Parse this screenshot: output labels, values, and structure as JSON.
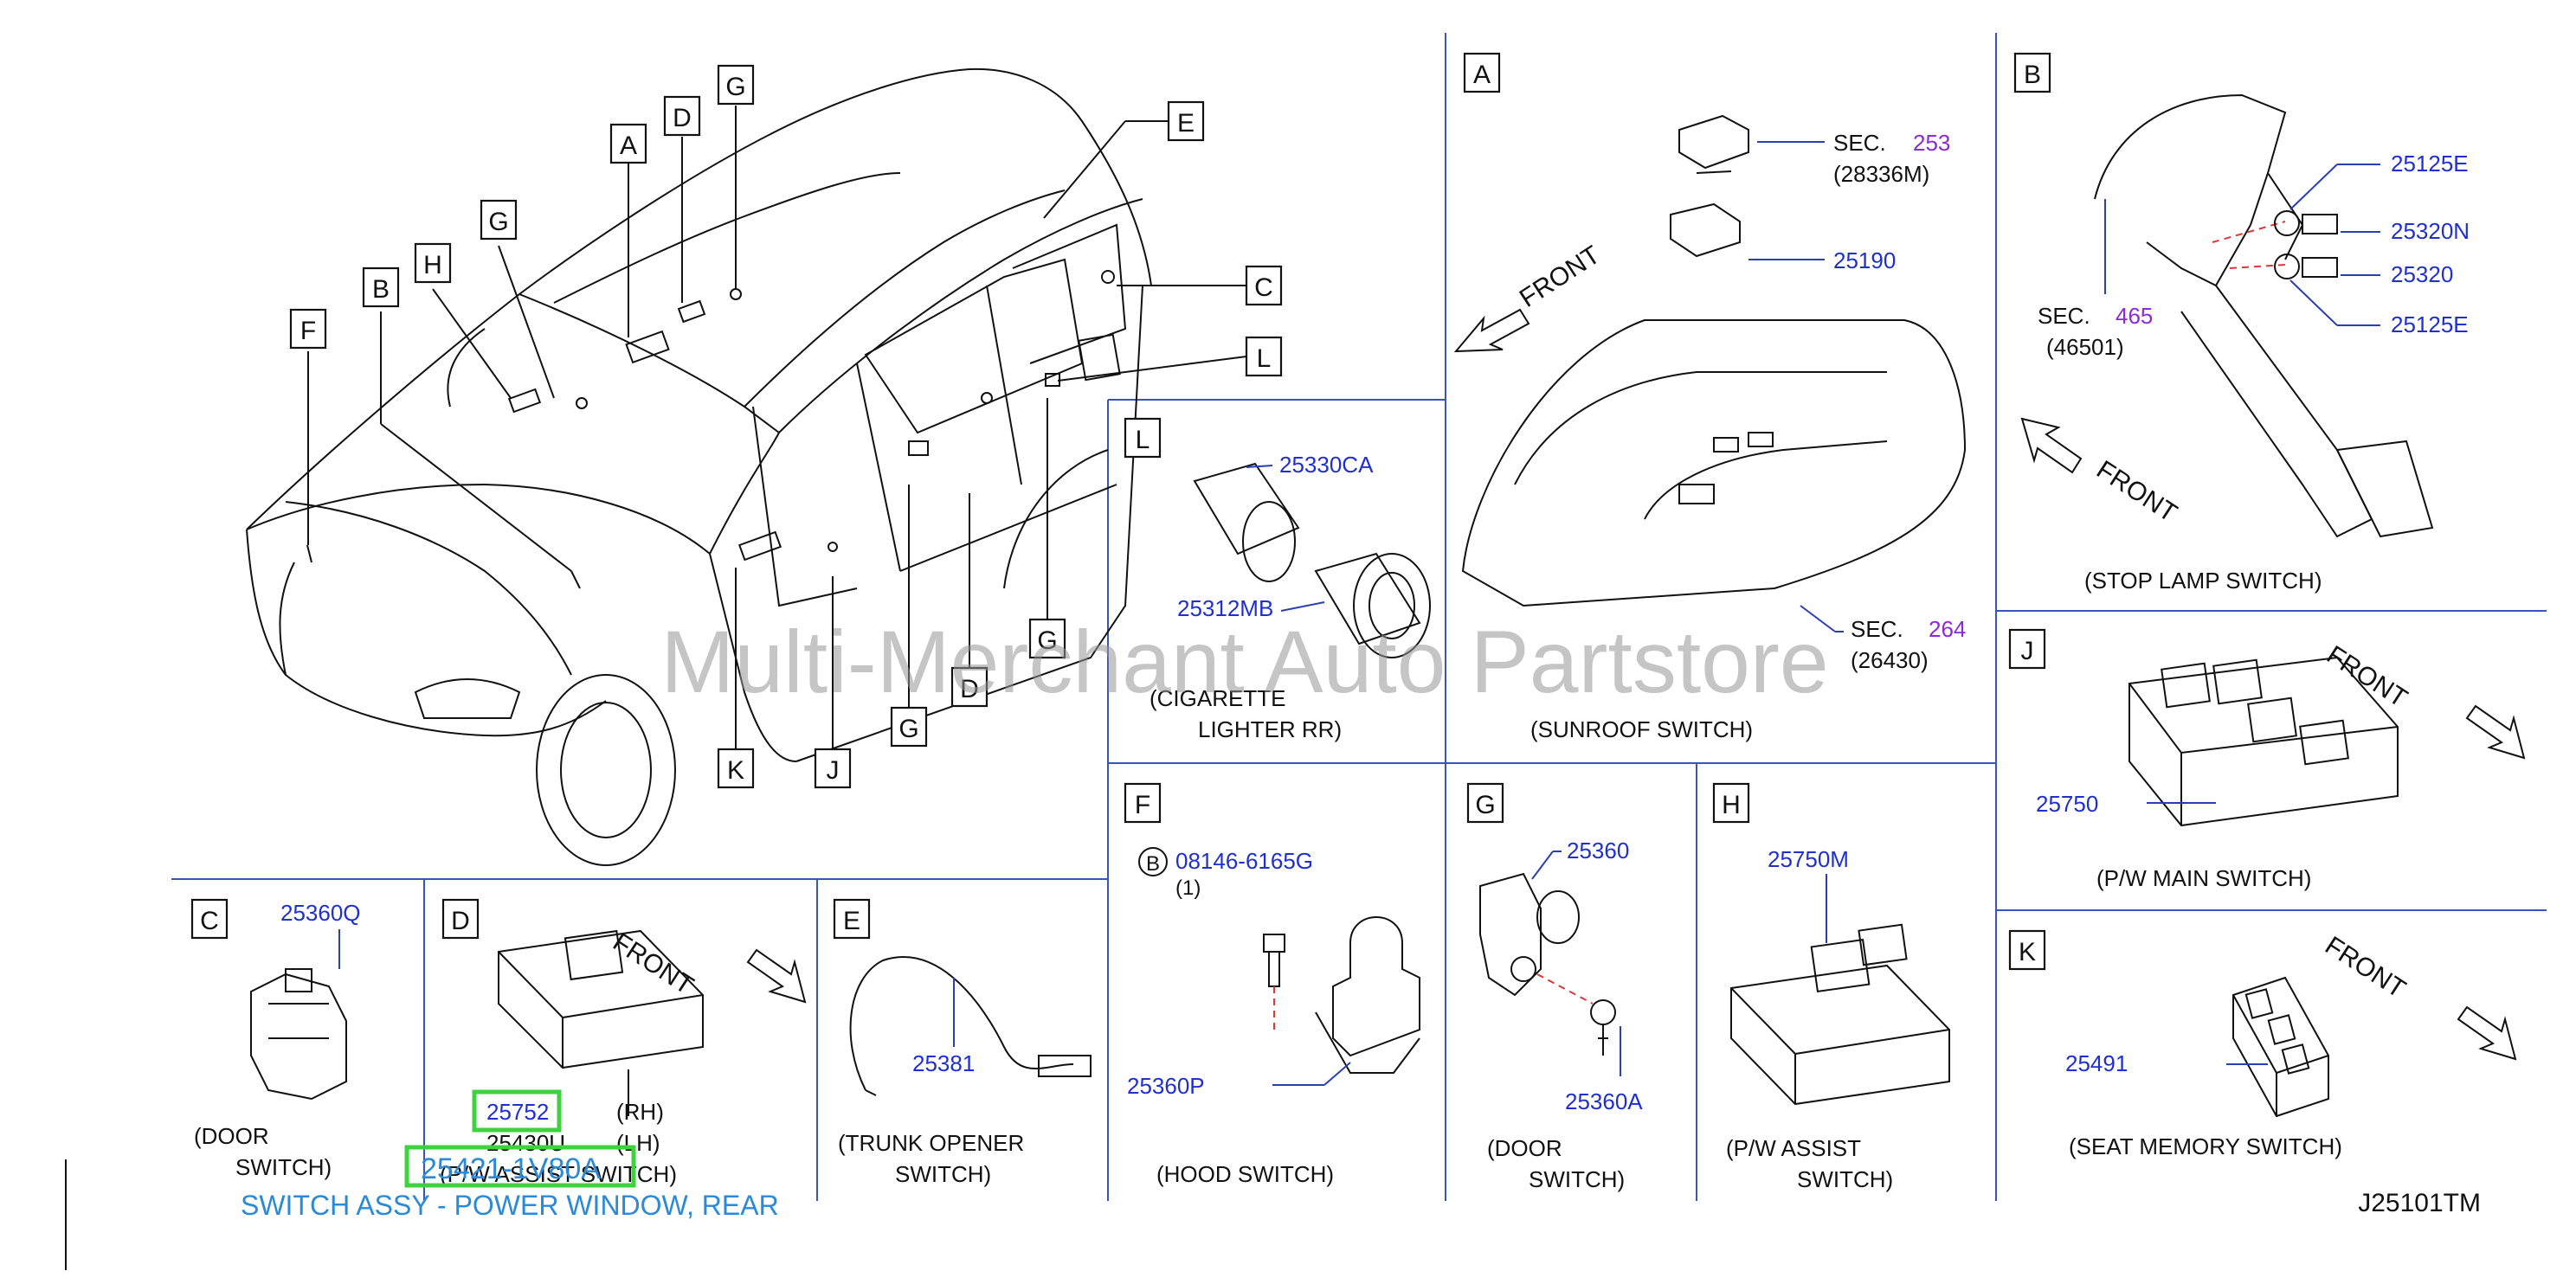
{
  "watermark": "Multi-Merchant Auto Partstore",
  "diagram_code": "J25101TM",
  "highlight": {
    "part_number": "25421-1V80A",
    "caption": "SWITCH ASSY - POWER WINDOW, REAR"
  },
  "common": {
    "front": "FRONT",
    "sec": "SEC."
  },
  "vehicle_callouts": [
    "A",
    "B",
    "C",
    "D",
    "E",
    "F",
    "G",
    "H",
    "J",
    "K",
    "L"
  ],
  "panels": {
    "A": {
      "letter": "A",
      "sec_top": "253",
      "sec_top_ref": "(28336M)",
      "part_mid": "25190",
      "sec_bot": "264",
      "sec_bot_ref": "(26430)",
      "caption": "(SUNROOF   SWITCH)"
    },
    "B": {
      "letter": "B",
      "sec": "465",
      "sec_ref": "(46501)",
      "p1": "25125E",
      "p2": "25320N",
      "p3": "25320",
      "p4": "25125E",
      "caption": "(STOP   LAMP   SWITCH)"
    },
    "L": {
      "letter": "L",
      "p1": "25330CA",
      "p2": "25312MB",
      "caption1": "(CIGARETTE",
      "caption2": "LIGHTER   RR)"
    },
    "J": {
      "letter": "J",
      "p1": "25750",
      "caption": "(P/W   MAIN   SWITCH)"
    },
    "K": {
      "letter": "K",
      "p1": "25491",
      "caption": "(SEAT   MEMORY   SWITCH)"
    },
    "C": {
      "letter": "C",
      "p1": "25360Q",
      "caption1": "(DOOR",
      "caption2": "SWITCH)"
    },
    "D": {
      "letter": "D",
      "p1": "25752",
      "p1_side": "(RH)",
      "p2": "25430U",
      "p2_side": "(LH)",
      "caption": "(P/W   ASSIST   SWITCH)"
    },
    "E": {
      "letter": "E",
      "p1": "25381",
      "caption1": "(TRUNK   OPENER",
      "caption2": "SWITCH)"
    },
    "F": {
      "letter": "F",
      "bolt_mark": "B",
      "p1": "08146-6165G",
      "qty": "(1)",
      "p2": "25360P",
      "caption": "(HOOD   SWITCH)"
    },
    "G": {
      "letter": "G",
      "p1": "25360",
      "p2": "25360A",
      "caption1": "(DOOR",
      "caption2": "SWITCH)"
    },
    "H": {
      "letter": "H",
      "p1": "25750M",
      "caption1": "(P/W   ASSIST",
      "caption2": "SWITCH)"
    }
  },
  "colors": {
    "part_number": "#1f2fd0",
    "section_ref": "#8a2bd6",
    "highlight_box": "#3fd13f",
    "highlight_text": "#2b8ad8",
    "divider": "#3a55b8"
  }
}
